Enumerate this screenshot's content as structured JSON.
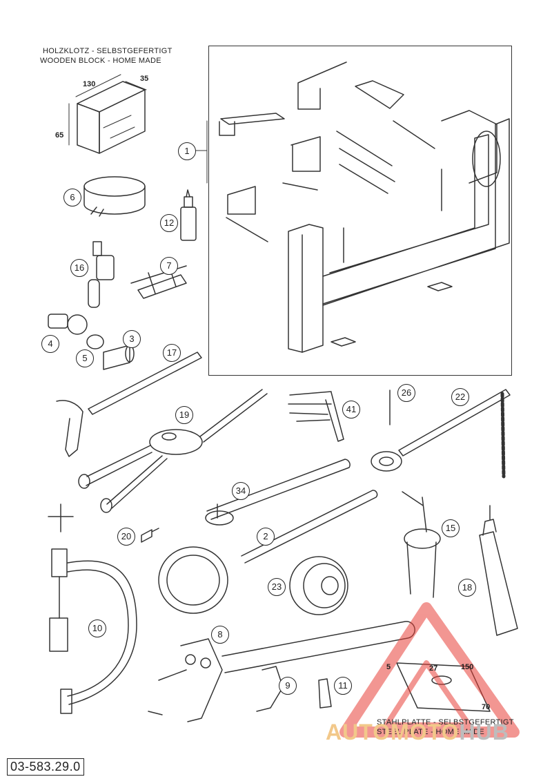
{
  "header": {
    "line1": "HOLZKLOTZ - SELBSTGEFERTIGT",
    "line2": "WOODEN BLOCK - HOME MADE"
  },
  "wooden_block": {
    "dim_length": "130",
    "dim_width": "35",
    "dim_height": "65"
  },
  "steel_plate": {
    "line1": "STAHLPLATTE - SELBSTGEFERTIGT",
    "line2": "STEEL PLATE - HOME MADE",
    "dim_thickness": "5",
    "dim_hole": "27",
    "dim_length": "150",
    "dim_width": "70"
  },
  "callouts": [
    "1",
    "6",
    "12",
    "16",
    "7",
    "4",
    "5",
    "3",
    "17",
    "19",
    "41",
    "26",
    "22",
    "34",
    "20",
    "2",
    "15",
    "10",
    "23",
    "18",
    "8",
    "9",
    "11"
  ],
  "document_number": "03-583.29.0",
  "watermark": {
    "part1": "AUTOMOTO",
    "part2": "HUB"
  },
  "colors": {
    "line": "#333333",
    "watermark_red": "#e8423a",
    "watermark_orange": "#f2c88a",
    "watermark_grey": "#bdbdbd"
  }
}
